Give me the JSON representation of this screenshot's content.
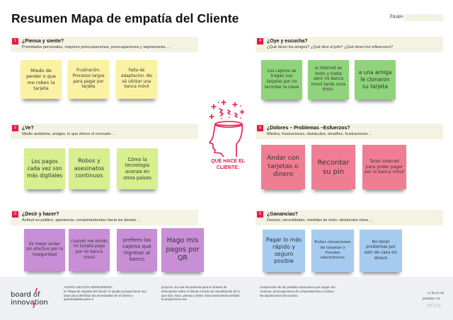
{
  "header": {
    "title": "Resumen Mapa de empatía del Cliente",
    "team_label": "Equipo",
    "team_value": ""
  },
  "center": {
    "label_line1": "QUÉ HACE EL",
    "label_line2": "CLIENTE:",
    "accent_color": "#e8194a"
  },
  "sections": [
    {
      "number": "1",
      "title": "¿Piensa y siente?",
      "subtitle": "Prioridades personales, mayores preocupaciones, preocupaciones y aspiraciones ...",
      "notes": [
        "Miedo de perder o que me roben la tarjeta",
        "Frustración. Procesos largos para pagar por tarjeta",
        "Falta de adaptacion. No sé utilizar una banca móvil"
      ]
    },
    {
      "number": "2",
      "title": "¿Ve?",
      "subtitle": "Medio ambiente, amigos, lo que ofrece el mercado ...",
      "notes": [
        "Los pagos cada vez son más digitales",
        "Robos y asesinatos continuos",
        "Cómo la tecnologia avanza en otros paises"
      ]
    },
    {
      "number": "3",
      "title": "¿Decir y hacer?",
      "subtitle": "Actitud en público, apariencia, comportamientos hacia los demás ...",
      "notes": [
        "Es mejor andar sin efectivo por la inseguridad",
        "cuando me olvido mi tarjeta pago por mi banca movil",
        "prefiero los cajeros que ingresar al banco",
        "Hago mis pagos por QR"
      ]
    },
    {
      "number": "4",
      "title": "¿Oye y escucha?",
      "subtitle": "¿Qué dicen los amigos? ¿Qué dice el jefe? ¿Qué dicen los influencers?",
      "notes": [
        "Los cajeros se tragan sus tarjetas por no recordar la clave",
        "el internet es lento y hasta abrir mi banca movil tarda unos 6min.",
        "a una amiga le clonaron su tarjeta"
      ]
    },
    {
      "number": "5",
      "title": "¿Dolores – Problemas –Esfuerzos?",
      "subtitle": "Miedos, frustraciones, obstáculos, desafíos, frustraciones ...",
      "notes": [
        "Andar con tarjetas o dinero",
        "Recordar su pin",
        "Tener internet para poder pagar por la banca móvil"
      ]
    },
    {
      "number": "6",
      "title": "¿Ganancias?",
      "subtitle": "Deseos, necesidades, medidas de éxito, obstáculos clave ...",
      "notes": [
        "Pagar lo más rápido y seguro posible",
        "Evitar clonaciones de tarjetas o fraudes electrónicos",
        "No tener problemas por salir de casa sin dinero"
      ]
    }
  ],
  "footer": {
    "logo_line1": "board of",
    "logo_line2": "innovation",
    "about_title": "ACERCA DE ESTA HERRAMIENTA",
    "about_col1": "El \"Mapa de empatía del cliente\" le ayuda a proporcionar una base para identificar las necesidades de el cliente y oportunidades para el",
    "about_col2": "proyecto. Es una herramienta para la síntesis de información sobre el cliente a través de visualización de lo que dice, hace, piensa y siente. Esta herramienta también le proporciona una",
    "about_col3": "comprensión de las posibles situaciones que surgen del contexto, preocupaciones de comportamiento y incluso las aspiraciones del usuario.",
    "license": "cc by-nc-sa",
    "printsize": "printsize: A3",
    "brand": "miro"
  }
}
